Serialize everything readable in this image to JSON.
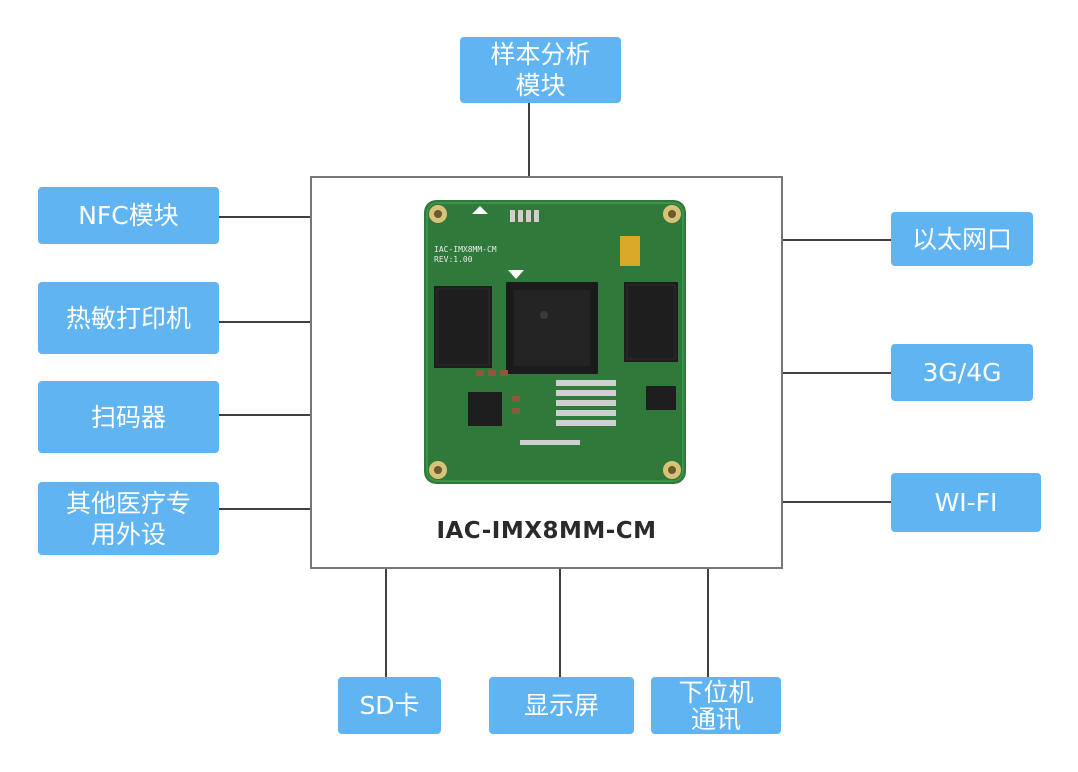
{
  "center": {
    "module_name": "IAC-IMX8MM-CM",
    "board": {
      "silkscreen_name": "IAC-IMX8MM-CM",
      "silkscreen_rev": "REV:1.00",
      "colors": {
        "pcb": "#2f7a3a",
        "chip": "#1e1e1e",
        "pad": "#d8c27a"
      }
    }
  },
  "top": {
    "label": "样本分析\n模块"
  },
  "left": [
    {
      "id": "nfc",
      "label": "NFC模块"
    },
    {
      "id": "printer",
      "label": "热敏打印机"
    },
    {
      "id": "scanner",
      "label": "扫码器"
    },
    {
      "id": "other",
      "label": "其他医疗专\n用外设"
    }
  ],
  "right": [
    {
      "id": "ethernet",
      "label": "以太网口"
    },
    {
      "id": "cellular",
      "label": "3G/4G"
    },
    {
      "id": "wifi",
      "label": "WI-FI"
    }
  ],
  "bottom": [
    {
      "id": "sd",
      "label": "SD卡"
    },
    {
      "id": "display",
      "label": "显示屏"
    },
    {
      "id": "lower",
      "label": "下位机\n通讯"
    }
  ],
  "colors": {
    "box": "#60b4f2",
    "line": "#404040",
    "border": "#777777"
  }
}
